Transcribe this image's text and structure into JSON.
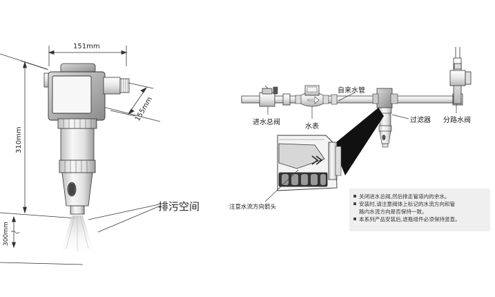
{
  "dimensions": {
    "width": "151mm",
    "depth": "155mm",
    "height": "310mm",
    "clearance": "300mm"
  },
  "labels": {
    "drain_space": "排污空间",
    "tap_water_pipe": "自来水管",
    "inlet_valve": "进水总阀",
    "water_meter": "水表",
    "filter": "过滤器",
    "branch_valve": "分路水阀",
    "flow_arrow_note": "注意水流方向箭头"
  },
  "notes": [
    "关闭进水总阀,然后排走管道内的余水。",
    "安装时,请注意阀体上标记的水流方向和管",
    "路内水流方向是否保持一致。",
    "本系列产品安装后,滤瓶组件必须保持竖直。"
  ],
  "colors": {
    "line": "#333333",
    "note_bg": "#efefef"
  }
}
